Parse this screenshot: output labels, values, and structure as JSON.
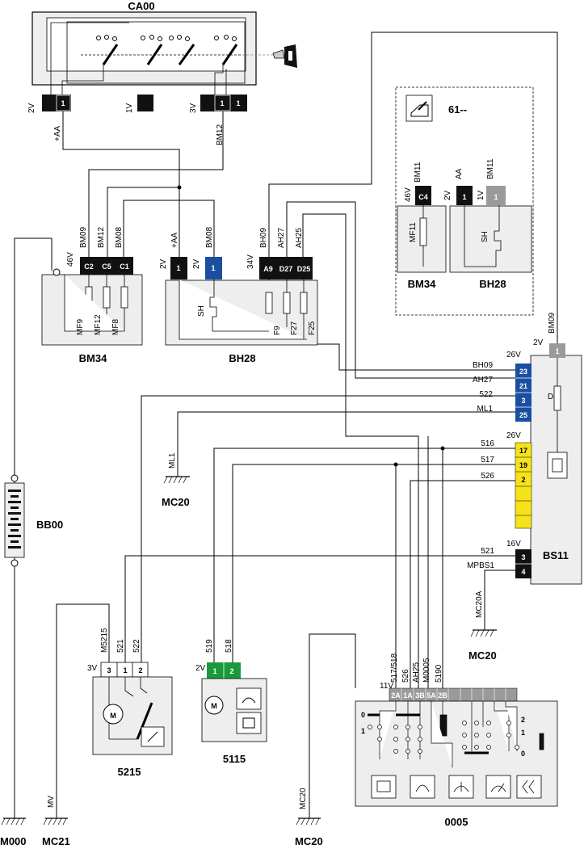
{
  "components": {
    "ca00": "CA00",
    "bm34": "BM34",
    "bh28": "BH28",
    "bb00": "BB00",
    "bs11": "BS11",
    "c5215": "5215",
    "c5115": "5115",
    "c0005": "0005",
    "opt61": "61--",
    "bm34_inset": "BM34",
    "bh28_inset": "BH28"
  },
  "grounds": {
    "m000": "M000",
    "mc21": "MC21",
    "mc20_a": "MC20",
    "mc20_b": "MC20",
    "mc20_c": "MC20"
  },
  "ca00_connectors": {
    "c2v": "2V",
    "c1v": "1V",
    "c3v": "3V",
    "pin_2v": "1",
    "pin_3v_a": "1",
    "pin_3v_b": "1"
  },
  "bm34_block": {
    "connector": "46V",
    "pins": [
      "C2",
      "C5",
      "C1"
    ],
    "wires": [
      "BM09",
      "BM12",
      "BM08"
    ],
    "fuses": [
      "MF9",
      "MF12",
      "MF8"
    ]
  },
  "bh28_block": {
    "conn_2v": "2V",
    "conn_2v_b": "2V",
    "conn_34v": "34V",
    "pin_2v": "1",
    "pin_2v_b": "1",
    "pins_34v": [
      "A9",
      "D27",
      "D25"
    ],
    "wires": [
      "+AA",
      "BM08",
      "BH09",
      "AH27",
      "AH25"
    ],
    "fuses": [
      "F9",
      "F27",
      "F25"
    ],
    "shunt": "SH"
  },
  "ca00_out": {
    "aa": "+AA",
    "bm12": "BM12"
  },
  "inset": {
    "c46v": "46V",
    "pin_c4": "C4",
    "wire_bm11": "BM11",
    "fuse_mf11": "MF11",
    "c2v": "2V",
    "pin_2v": "1",
    "wire_aa": "AA",
    "c1v": "1V",
    "pin_1v": "1",
    "wire_bm11b": "BM11",
    "shunt": "SH"
  },
  "bs11_block": {
    "conn_2v": "2V",
    "pin_2v": "1",
    "wire_bm09": "BM09",
    "conn_26v_a": "26V",
    "conn_26v_b": "26V",
    "conn_16v": "16V",
    "diode": "D",
    "blue_pins": [
      "23",
      "21",
      "3",
      "25"
    ],
    "blue_wires": [
      "BH09",
      "AH27",
      "522",
      "ML1"
    ],
    "yellow_pins": [
      "17",
      "19",
      "2"
    ],
    "yellow_wires": [
      "516",
      "517",
      "526"
    ],
    "black_pins": [
      "3",
      "4"
    ],
    "black_wires": [
      "521",
      "MPBS1"
    ]
  },
  "ml1_label": "ML1",
  "mc20a_label": "MC20A",
  "bb00_wires": {},
  "c5215_block": {
    "conn": "3V",
    "pins": [
      "3",
      "1",
      "2"
    ],
    "wires": [
      "M5215",
      "521",
      "522"
    ],
    "motor": "M"
  },
  "c5115_block": {
    "conn": "2V",
    "pins": [
      "1",
      "2"
    ],
    "wires": [
      "519",
      "518"
    ],
    "motor": "M"
  },
  "c0005_block": {
    "conn": "11V",
    "pins": [
      "2A",
      "1A",
      "3B",
      "5A",
      "2B"
    ],
    "wires": [
      "517/518",
      "526",
      "AH25",
      "M0005",
      "5190"
    ],
    "switch_marks": [
      "0",
      "1",
      "2",
      "1",
      "0"
    ]
  },
  "ground_wires": {
    "mv": "MV",
    "mc20": "MC20"
  }
}
